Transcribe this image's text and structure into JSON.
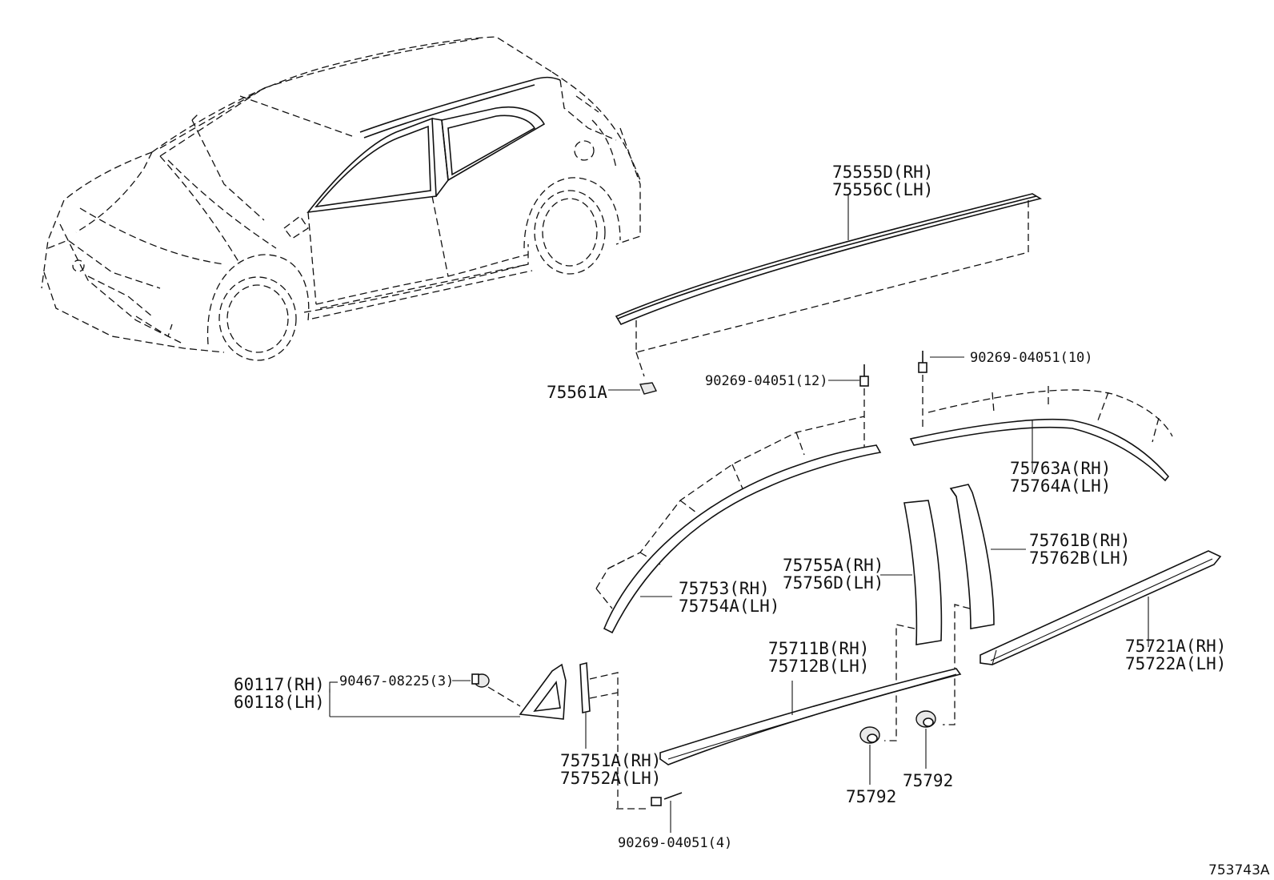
{
  "diagram": {
    "figure_id": "753743A",
    "callouts": [
      {
        "id": "c1",
        "lines": [
          "75555D(RH)",
          "75556C(LH)"
        ]
      },
      {
        "id": "c2",
        "lines": [
          "75561A"
        ]
      },
      {
        "id": "c3",
        "lines": [
          "90269-04051(12)"
        ]
      },
      {
        "id": "c4",
        "lines": [
          "90269-04051(10)"
        ]
      },
      {
        "id": "c5",
        "lines": [
          "75763A(RH)",
          "75764A(LH)"
        ]
      },
      {
        "id": "c6",
        "lines": [
          "75761B(RH)",
          "75762B(LH)"
        ]
      },
      {
        "id": "c7",
        "lines": [
          "75755A(RH)",
          "75756D(LH)"
        ]
      },
      {
        "id": "c8",
        "lines": [
          "75753(RH)",
          "75754A(LH)"
        ]
      },
      {
        "id": "c9",
        "lines": [
          "75711B(RH)",
          "75712B(LH)"
        ]
      },
      {
        "id": "c10",
        "lines": [
          "75721A(RH)",
          "75722A(LH)"
        ]
      },
      {
        "id": "c11",
        "lines": [
          "60117(RH)",
          "60118(LH)"
        ]
      },
      {
        "id": "c12",
        "lines": [
          "90467-08225(3)"
        ]
      },
      {
        "id": "c13",
        "lines": [
          "75751A(RH)",
          "75752A(LH)"
        ]
      },
      {
        "id": "c14",
        "lines": [
          "75792"
        ]
      },
      {
        "id": "c15",
        "lines": [
          "75792"
        ]
      },
      {
        "id": "c16",
        "lines": [
          "90269-04051(4)"
        ]
      }
    ]
  }
}
